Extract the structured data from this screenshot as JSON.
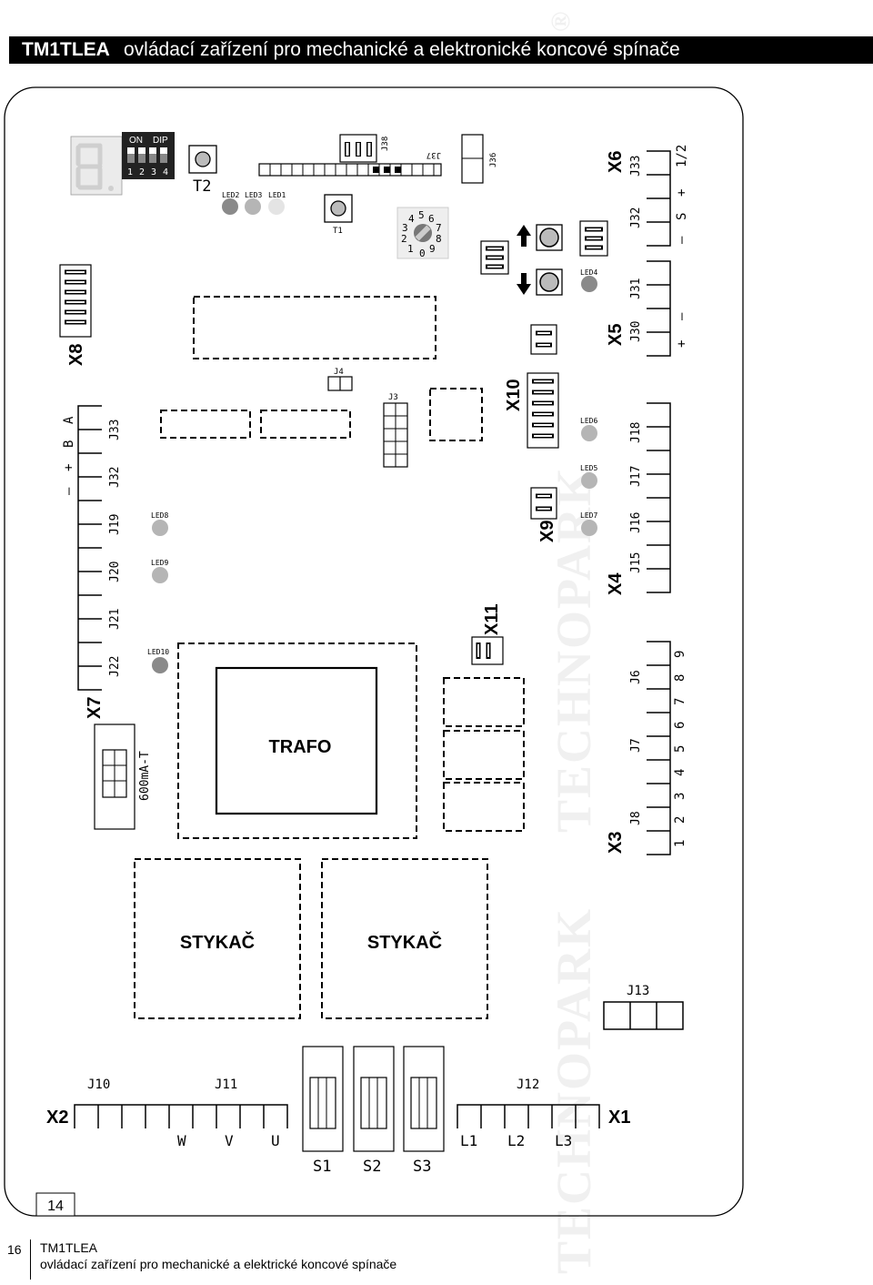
{
  "header": {
    "title_bold": "TM1TLEA",
    "title_rest": "ovládací zařízení pro mechanické a elektronické koncové spínače"
  },
  "footer": {
    "page_number": "16",
    "product": "TM1TLEA",
    "subtitle": "ovládací zařízení pro mechanické a elektrické koncové spínače"
  },
  "figure_number": "14",
  "watermark": {
    "text": "TECHNOPARK",
    "mark": "®"
  },
  "board": {
    "blocks": {
      "trafo": "TRAFO",
      "contactor_left": "STYKAČ",
      "contactor_right": "STYKAČ",
      "fuse": "600mA-T"
    },
    "connectors": {
      "x1": "X1",
      "x2": "X2",
      "x3": "X3",
      "x4": "X4",
      "x5": "X5",
      "x6": "X6",
      "x7": "X7",
      "x8": "X8",
      "x9": "X9",
      "x10": "X10",
      "x11": "X11"
    },
    "jumpers": {
      "j3": "J3",
      "j4": "J4",
      "j6": "J6",
      "j7": "J7",
      "j8": "J8",
      "j10": "J10",
      "j11": "J11",
      "j12": "J12",
      "j13": "J13",
      "j15": "J15",
      "j16": "J16",
      "j17": "J17",
      "j18": "J18",
      "j19": "J19",
      "j20": "J20",
      "j21": "J21",
      "j22": "J22",
      "j30": "J30",
      "j31": "J31",
      "j32": "J32",
      "j33": "J33",
      "j36": "J36",
      "j37": "J37",
      "j38": "J38"
    },
    "leds": {
      "led1": "LED1",
      "led2": "LED2",
      "led3": "LED3",
      "led4": "LED4",
      "led5": "LED5",
      "led6": "LED6",
      "led7": "LED7",
      "led8": "LED8",
      "led9": "LED9",
      "led10": "LED10"
    },
    "buttons": {
      "t1": "T1",
      "t2": "T2"
    },
    "dip": {
      "on": "ON",
      "dip": "DIP",
      "n1": "1",
      "n2": "2",
      "n3": "3",
      "n4": "4"
    },
    "x7_terminal_signs": {
      "minus": "–",
      "plus": "+",
      "b": "B",
      "a": "A"
    },
    "x5_signs": {
      "plus": "+",
      "minus": "–"
    },
    "x6_signs": {
      "minus": "–",
      "s": "S",
      "plus": "+",
      "half": "1/2"
    },
    "x3_numbers": [
      "1",
      "2",
      "3",
      "4",
      "5",
      "6",
      "7",
      "8",
      "9"
    ],
    "motor_terminals": {
      "w": "W",
      "v": "V",
      "u": "U"
    },
    "mains_terminals": {
      "l1": "L1",
      "l2": "L2",
      "l3": "L3"
    },
    "switches": {
      "s1": "S1",
      "s2": "S2",
      "s3": "S3"
    },
    "rotary_digits": [
      "0",
      "1",
      "2",
      "3",
      "4",
      "5",
      "6",
      "7",
      "8",
      "9"
    ]
  }
}
